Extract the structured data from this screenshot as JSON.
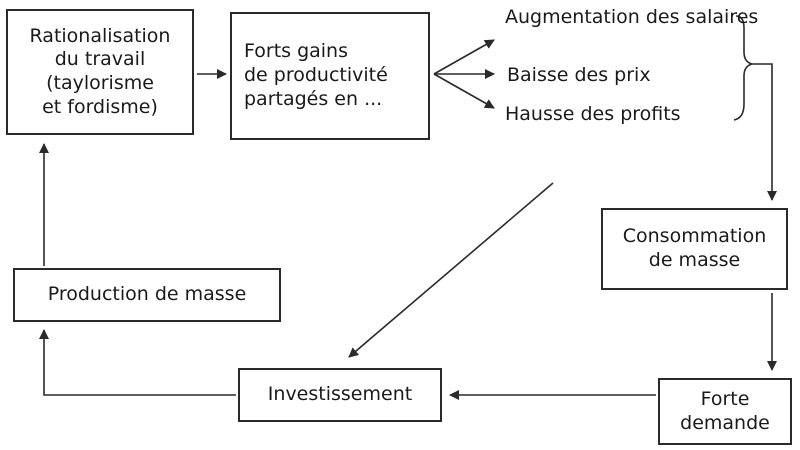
{
  "boxes": {
    "rationalisation": "Rationalisation\ndu travail\n(taylorisme\net fordisme)",
    "gains": "Forts gains\nde productivité\npartagés en ...",
    "consommation": "Consommation\nde masse",
    "demande": "Forte\ndemande",
    "investissement": "Investissement",
    "production": "Production de masse"
  },
  "outcomes": {
    "salaires": "Augmentation\ndes salaires",
    "prix": "Baisse des prix",
    "profits": "Hausse des profits"
  }
}
